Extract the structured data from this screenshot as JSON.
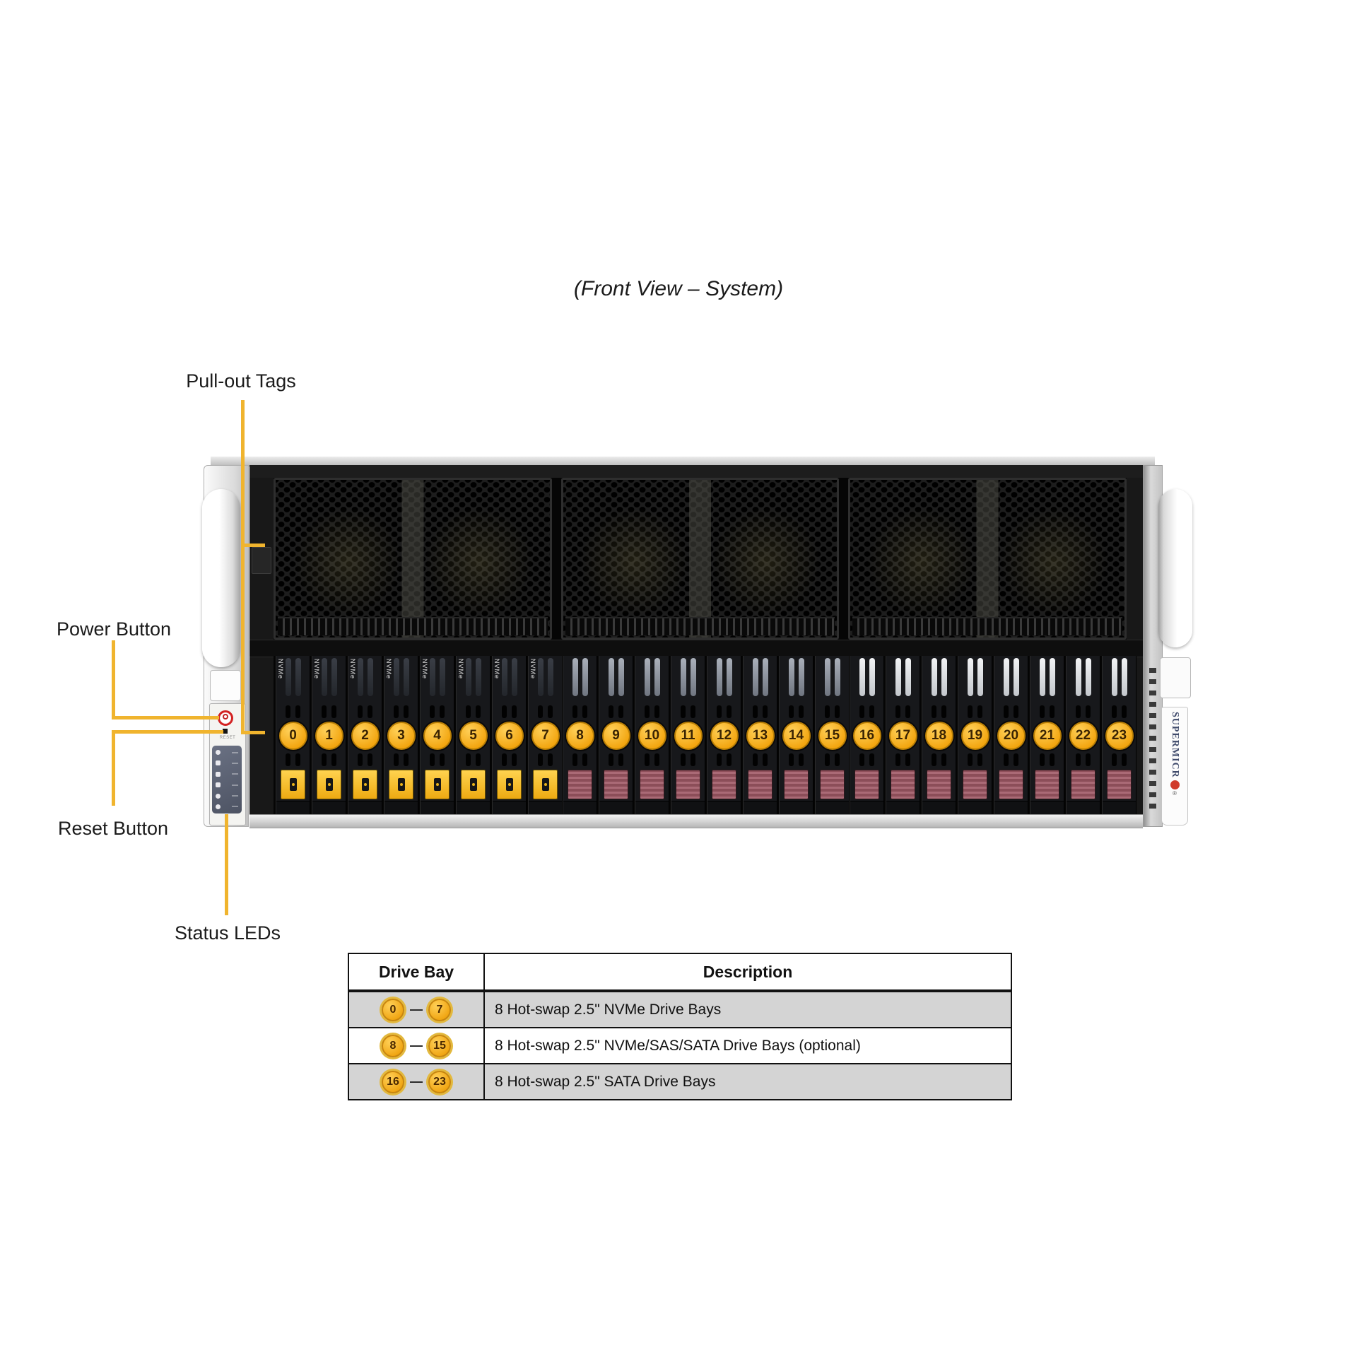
{
  "title": "(Front View – System)",
  "callouts": {
    "pull_out_tags": "Pull-out Tags",
    "power_button": "Power Button",
    "reset_button": "Reset Button",
    "status_leds": "Status LEDs"
  },
  "chassis": {
    "brand_text": "SUPERMICR",
    "brand_reg": "®",
    "reset_label": "RESET",
    "nvme_tag": "NVMe",
    "drive_groups": [
      {
        "name": "nvme-bays",
        "numbers": [
          0,
          1,
          2,
          3,
          4,
          5,
          6,
          7
        ],
        "latch": "yellow"
      },
      {
        "name": "nvme-sas-sata-bays",
        "numbers": [
          8,
          9,
          10,
          11,
          12,
          13,
          14,
          15
        ],
        "latch": "maroon"
      },
      {
        "name": "sata-bays",
        "numbers": [
          16,
          17,
          18,
          19,
          20,
          21,
          22,
          23
        ],
        "latch": "maroon"
      }
    ]
  },
  "table": {
    "headers": [
      "Drive Bay",
      "Description"
    ],
    "separator": "—",
    "rows": [
      {
        "from": "0",
        "to": "7",
        "description": "8 Hot-swap 2.5\" NVMe Drive Bays"
      },
      {
        "from": "8",
        "to": "15",
        "description": "8 Hot-swap 2.5\" NVMe/SAS/SATA Drive Bays (optional)"
      },
      {
        "from": "16",
        "to": "23",
        "description": "8 Hot-swap 2.5\" SATA Drive Bays"
      }
    ]
  },
  "colors": {
    "callout_line": "#f0b42e",
    "badge_fill": "#f2a40e",
    "badge_ring": "#c8860e",
    "latch_yellow": "#edaa12",
    "latch_maroon": "#9a5a64",
    "brand_blue": "#3f4a6b",
    "brand_dot_red": "#d03a2a",
    "power_button_red": "#d32222",
    "table_row_gray": "#d4d4d4"
  }
}
